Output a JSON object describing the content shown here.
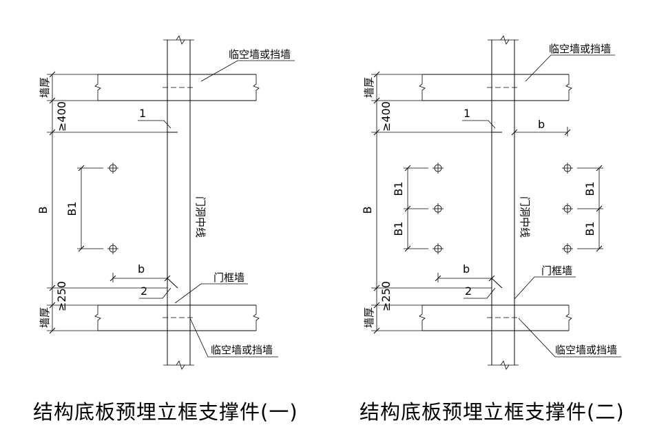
{
  "drawings": [
    {
      "caption": "结构底板预埋立框支撑件(一)",
      "top_wall_label": "临空墙或挡墙",
      "bottom_wall_label": "临空墙或挡墙",
      "door_frame_wall_label": "门框墙",
      "center_label": "门洞中线",
      "wall_thickness_label": "墙厚",
      "dim_top_gap": "≥400",
      "dim_bottom_gap": "≥250",
      "dim_opening": "B",
      "dim_bolt_spacing": [
        "B1"
      ],
      "dim_offset_b": "b",
      "part_labels": [
        "1",
        "2"
      ]
    },
    {
      "caption": "结构底板预埋立框支撑件(二)",
      "top_wall_label": "临空墙或挡墙",
      "bottom_wall_label": "临空墙或挡墙",
      "door_frame_wall_label": "门框墙",
      "center_label": "门洞中线",
      "wall_thickness_label": "墙厚",
      "dim_top_gap": "≥400",
      "dim_bottom_gap": "≥250",
      "dim_opening": "B",
      "dim_bolt_spacing": [
        "B1",
        "B1",
        "B1",
        "B1"
      ],
      "dim_offset_b": "b",
      "part_labels": [
        "1",
        "2"
      ]
    }
  ]
}
